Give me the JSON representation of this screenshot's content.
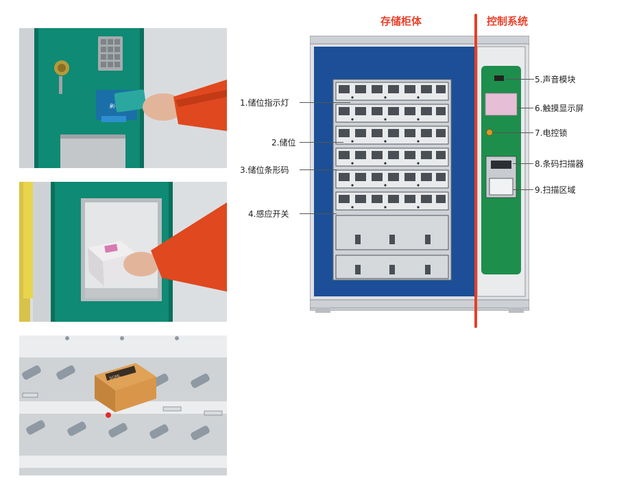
{
  "sections": {
    "storage_title": "存储柜体",
    "control_title": "控制系统"
  },
  "photos": {
    "card_reader_label": "刷卡区",
    "box_label": "SGML"
  },
  "labels_left": [
    "1.储位指示灯",
    "2.储位",
    "3.储位条形码",
    "4.感应开关"
  ],
  "labels_right": [
    "5.声音模块",
    "6.触摸显示屏",
    "7.电控锁",
    "8.条码扫描器",
    "9.扫描区域"
  ],
  "colors": {
    "accent": "#e8422c",
    "cabinet_blue": "#1c4f97",
    "control_green": "#1e8e4c",
    "frame_gray": "#c9ccd0",
    "screen_pink": "#e6bfd6"
  }
}
